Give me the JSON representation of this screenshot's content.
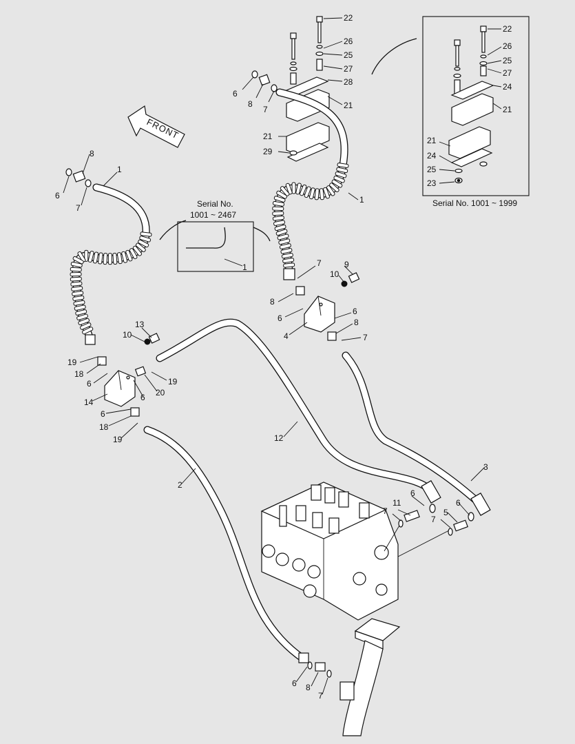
{
  "diagram": {
    "front_label": "FRONT",
    "callout_left_caption_line1": "Serial No.",
    "callout_left_caption_line2": "1001 ~ 2467",
    "callout_right_caption": "Serial No. 1001 ~ 1999",
    "labels": [
      {
        "id": "l22a",
        "text": "22"
      },
      {
        "id": "l26a",
        "text": "26"
      },
      {
        "id": "l25a",
        "text": "25"
      },
      {
        "id": "l27a",
        "text": "27"
      },
      {
        "id": "l28",
        "text": "28"
      },
      {
        "id": "l21a",
        "text": "21"
      },
      {
        "id": "l21b",
        "text": "21"
      },
      {
        "id": "l29",
        "text": "29"
      },
      {
        "id": "l1a",
        "text": "1"
      },
      {
        "id": "l6a",
        "text": "6"
      },
      {
        "id": "l8a",
        "text": "8"
      },
      {
        "id": "l7a",
        "text": "7"
      },
      {
        "id": "l22b",
        "text": "22"
      },
      {
        "id": "l26b",
        "text": "26"
      },
      {
        "id": "l25b",
        "text": "25"
      },
      {
        "id": "l27b",
        "text": "27"
      },
      {
        "id": "l24a",
        "text": "24"
      },
      {
        "id": "l21c",
        "text": "21"
      },
      {
        "id": "l21d",
        "text": "21"
      },
      {
        "id": "l24b",
        "text": "24"
      },
      {
        "id": "l25c",
        "text": "25"
      },
      {
        "id": "l23",
        "text": "23"
      },
      {
        "id": "l8b",
        "text": "8"
      },
      {
        "id": "l1b",
        "text": "1"
      },
      {
        "id": "l6b",
        "text": "6"
      },
      {
        "id": "l7b",
        "text": "7"
      },
      {
        "id": "l1c",
        "text": "1"
      },
      {
        "id": "l7c",
        "text": "7"
      },
      {
        "id": "l9",
        "text": "9"
      },
      {
        "id": "l10a",
        "text": "10"
      },
      {
        "id": "l8c",
        "text": "8"
      },
      {
        "id": "l6c",
        "text": "6"
      },
      {
        "id": "l6d",
        "text": "6"
      },
      {
        "id": "l4",
        "text": "4"
      },
      {
        "id": "l8d",
        "text": "8"
      },
      {
        "id": "l7d",
        "text": "7"
      },
      {
        "id": "l13",
        "text": "13"
      },
      {
        "id": "l10b",
        "text": "10"
      },
      {
        "id": "l19a",
        "text": "19"
      },
      {
        "id": "l18a",
        "text": "18"
      },
      {
        "id": "l6e",
        "text": "6"
      },
      {
        "id": "l19b",
        "text": "19"
      },
      {
        "id": "l14",
        "text": "14"
      },
      {
        "id": "l6f",
        "text": "6"
      },
      {
        "id": "l20",
        "text": "20"
      },
      {
        "id": "l6g",
        "text": "6"
      },
      {
        "id": "l18b",
        "text": "18"
      },
      {
        "id": "l19c",
        "text": "19"
      },
      {
        "id": "l12",
        "text": "12"
      },
      {
        "id": "l2",
        "text": "2"
      },
      {
        "id": "l3",
        "text": "3"
      },
      {
        "id": "l11",
        "text": "11"
      },
      {
        "id": "l6h",
        "text": "6"
      },
      {
        "id": "l7e",
        "text": "7"
      },
      {
        "id": "l5",
        "text": "5"
      },
      {
        "id": "l6i",
        "text": "6"
      },
      {
        "id": "l7f",
        "text": "7"
      },
      {
        "id": "l6j",
        "text": "6"
      },
      {
        "id": "l8e",
        "text": "8"
      },
      {
        "id": "l7g",
        "text": "7"
      }
    ]
  }
}
